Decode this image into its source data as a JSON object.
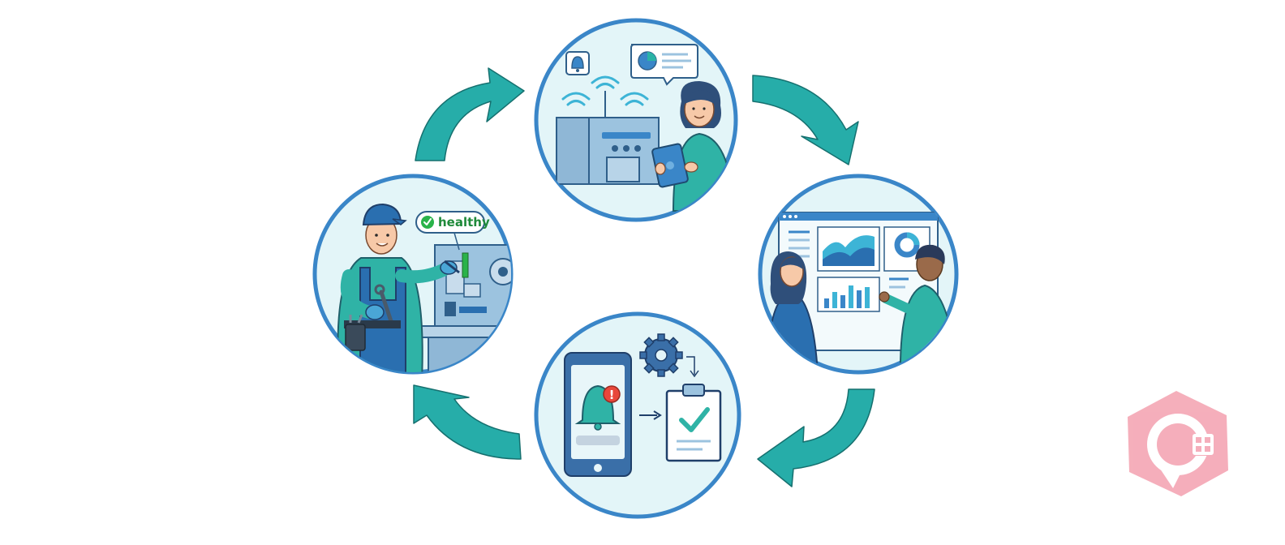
{
  "diagram": {
    "type": "cycle",
    "stages": [
      {
        "id": "monitoring",
        "icons": [
          "bell-icon",
          "pie-chart-icon",
          "wifi-icon",
          "tablet-icon"
        ]
      },
      {
        "id": "analytics",
        "icons": [
          "dashboard-icon",
          "area-chart-icon",
          "bar-chart-icon",
          "donut-chart-icon"
        ]
      },
      {
        "id": "alerting",
        "icons": [
          "smartphone-icon",
          "bell-icon",
          "gear-icon",
          "clipboard-check-icon"
        ]
      },
      {
        "id": "maintenance",
        "icons": [
          "wrench-icon",
          "check-circle-icon",
          "tool-belt-icon"
        ]
      }
    ],
    "status_badge": {
      "label": "healthy"
    },
    "alert_mark": "!",
    "arrow_color": "#26ada9",
    "ring_color": "#3a86c8",
    "bubble_fill": "#e3f5f8"
  },
  "watermark": {
    "icon": "brand-logo-icon",
    "color": "#f4a6b4"
  }
}
